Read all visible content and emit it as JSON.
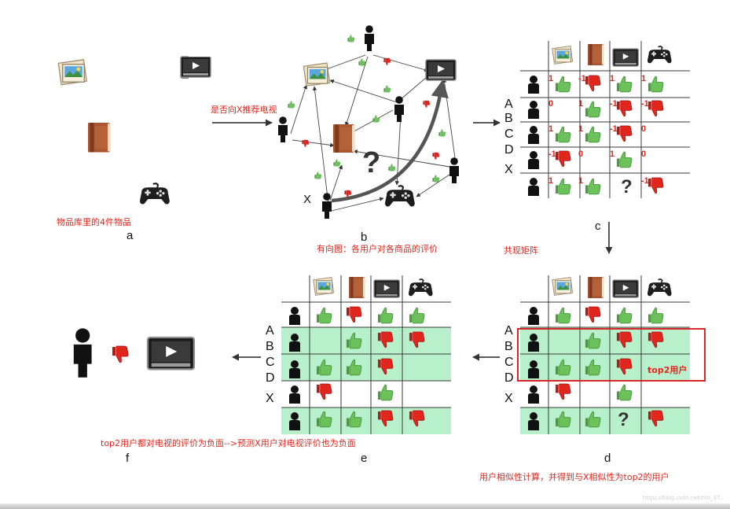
{
  "panels": {
    "a": "a",
    "b": "b",
    "c": "c",
    "d": "d",
    "e": "e",
    "f": "f"
  },
  "captions": {
    "a": "物品库里的4件物品",
    "b_question": "是否向X推荐电视",
    "b_graph": "有向图：各用户对各商品的评价",
    "c": "共现矩阵",
    "d_top2": "top2用户",
    "d_desc": "用户相似性计算，并得到与X相似性为top2的用户",
    "f": "top2用户都对电视的评价为负面-->预测X用户对电视评价也为负面"
  },
  "row_labels": [
    "A",
    "B",
    "C",
    "D",
    "X"
  ],
  "node_x_label": "X",
  "question_mark": "?",
  "items": [
    "photo-icon",
    "book-icon",
    "tv-icon",
    "gamepad-icon"
  ],
  "matrix_c": {
    "rows": [
      [
        {
          "s": "1",
          "v": "up"
        },
        {
          "s": "-1",
          "v": "down"
        },
        {
          "s": "1",
          "v": "up"
        },
        {
          "s": "1",
          "v": "up"
        }
      ],
      [
        {
          "s": "0",
          "v": ""
        },
        {
          "s": "1",
          "v": "up"
        },
        {
          "s": "-1",
          "v": "down"
        },
        {
          "s": "-1",
          "v": "down"
        }
      ],
      [
        {
          "s": "1",
          "v": "up"
        },
        {
          "s": "1",
          "v": "up"
        },
        {
          "s": "-1",
          "v": "down"
        },
        {
          "s": "0",
          "v": ""
        }
      ],
      [
        {
          "s": "-1",
          "v": "down"
        },
        {
          "s": "0",
          "v": ""
        },
        {
          "s": "1",
          "v": "up"
        },
        {
          "s": "0",
          "v": ""
        }
      ],
      [
        {
          "s": "1",
          "v": "up"
        },
        {
          "s": "1",
          "v": "up"
        },
        {
          "s": "?",
          "v": "?"
        },
        {
          "s": "-1",
          "v": "down"
        }
      ]
    ]
  },
  "matrix_e": {
    "rows": [
      [
        "up",
        "down",
        "up",
        "up"
      ],
      [
        "",
        "up",
        "down",
        "down"
      ],
      [
        "up",
        "up",
        "down",
        ""
      ],
      [
        "down",
        "",
        "up",
        ""
      ],
      [
        "up",
        "up",
        "down",
        "down"
      ]
    ],
    "highlight_rows": [
      1,
      2,
      4
    ]
  },
  "matrix_d": {
    "rows": [
      [
        "up",
        "down",
        "up",
        "up"
      ],
      [
        "",
        "up",
        "down",
        "down"
      ],
      [
        "up",
        "up",
        "down",
        ""
      ],
      [
        "down",
        "",
        "up",
        ""
      ],
      [
        "up",
        "up",
        "?",
        "down"
      ]
    ],
    "highlight_rows": [
      1,
      2,
      4
    ]
  },
  "colors": {
    "red": "#e0261d",
    "green": "#5cb85c",
    "highlight": "#b9f0cc",
    "box": "#d9262b"
  },
  "watermark": "https://blog.csdn.net/m0_37..."
}
